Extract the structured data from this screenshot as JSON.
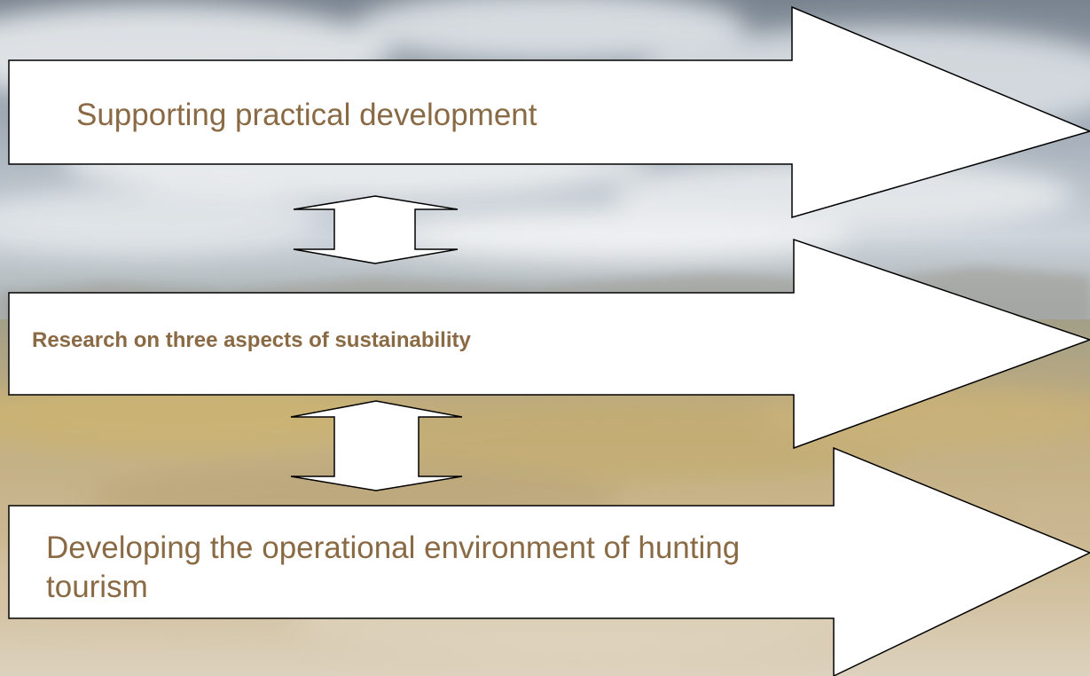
{
  "diagram": {
    "arrows": [
      {
        "id": "top",
        "label": "Supporting practical development",
        "bold": false
      },
      {
        "id": "middle",
        "label": "Research on three aspects of sustainability",
        "bold": true
      },
      {
        "id": "bottom",
        "label": "Developing the operational environment of hunting tourism",
        "bold": false
      }
    ],
    "connectors": [
      {
        "between": [
          "top",
          "middle"
        ],
        "direction": "bidirectional"
      },
      {
        "between": [
          "middle",
          "bottom"
        ],
        "direction": "bidirectional"
      }
    ]
  },
  "colors": {
    "text": "#8a6a44",
    "arrow_fill": "#ffffff",
    "arrow_stroke": "#000000",
    "sky_top": "#6f7d8c",
    "sky_mid": "#b8c2cc",
    "land": "#a7905e"
  }
}
